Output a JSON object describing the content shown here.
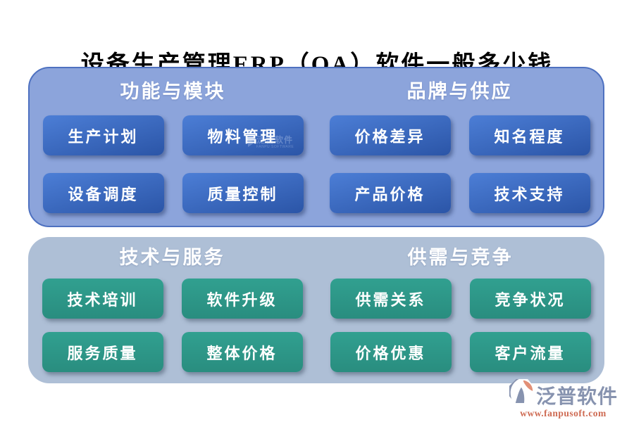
{
  "title": "设备生产管理ERP（OA）软件一般多少钱",
  "colors": {
    "panel1_bg": "#8CA4DB",
    "panel1_border": "#4E71C0",
    "panel2_bg": "#AEBFD6",
    "btn_blue_top": "#4C7ED6",
    "btn_blue_bottom": "#2B55A7",
    "btn_teal_top": "#31A090",
    "btn_teal_bottom": "#298D7F",
    "logo_gray": "#8793AF",
    "logo_salmon": "#E29077",
    "logo_salmon_dark": "#CE6A52"
  },
  "panels": [
    {
      "theme": "blue",
      "sections": [
        {
          "header": "功能与模块",
          "items": [
            "生产计划",
            "物料管理",
            "设备调度",
            "质量控制"
          ]
        },
        {
          "header": "品牌与供应",
          "items": [
            "价格差异",
            "知名程度",
            "产品价格",
            "技术支持"
          ]
        }
      ]
    },
    {
      "theme": "teal",
      "sections": [
        {
          "header": "技术与服务",
          "items": [
            "技术培训",
            "软件升级",
            "服务质量",
            "整体价格"
          ]
        },
        {
          "header": "供需与竞争",
          "items": [
            "供需关系",
            "竞争状况",
            "价格优惠",
            "客户流量"
          ]
        }
      ]
    }
  ],
  "watermark": {
    "line1": "泛普软件",
    "line2": "FANPU SOFTWARE"
  },
  "logo": {
    "name": "泛普软件",
    "url": "www.fanpusoft.com"
  }
}
